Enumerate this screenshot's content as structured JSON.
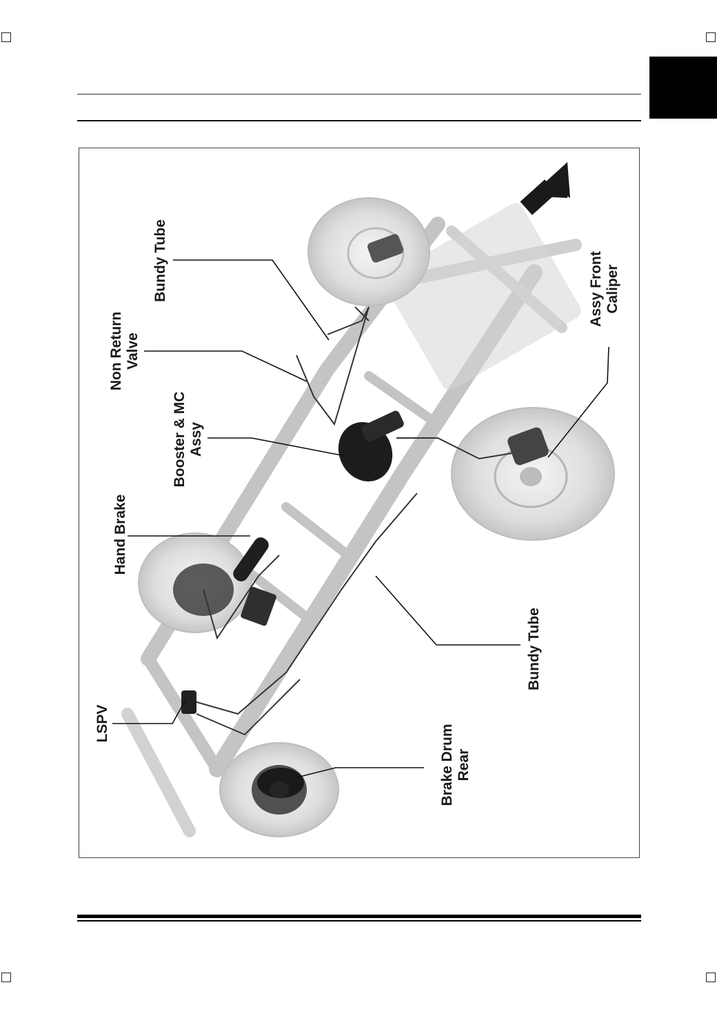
{
  "labels": {
    "bundy_tube_top": "Bundy Tube",
    "non_return_valve": [
      "Non Return",
      "Valve"
    ],
    "booster_mc": [
      "Booster & MC",
      "Assy"
    ],
    "hand_brake": "Hand Brake",
    "lspv": "LSPV",
    "brake_drum_rear": [
      "Brake Drum",
      "Rear"
    ],
    "bundy_tube_bottom": "Bundy Tube",
    "assy_front_caliper": [
      "Assy Front",
      "Caliper"
    ]
  },
  "colors": {
    "chassis": "#c8c8c8",
    "wheel": "#e2e2e2",
    "component": "#1c1c1c",
    "arrow": "#1a1a1a",
    "tab": "#000000"
  },
  "icons": {
    "direction_arrow": "arrow-up-right-icon"
  }
}
